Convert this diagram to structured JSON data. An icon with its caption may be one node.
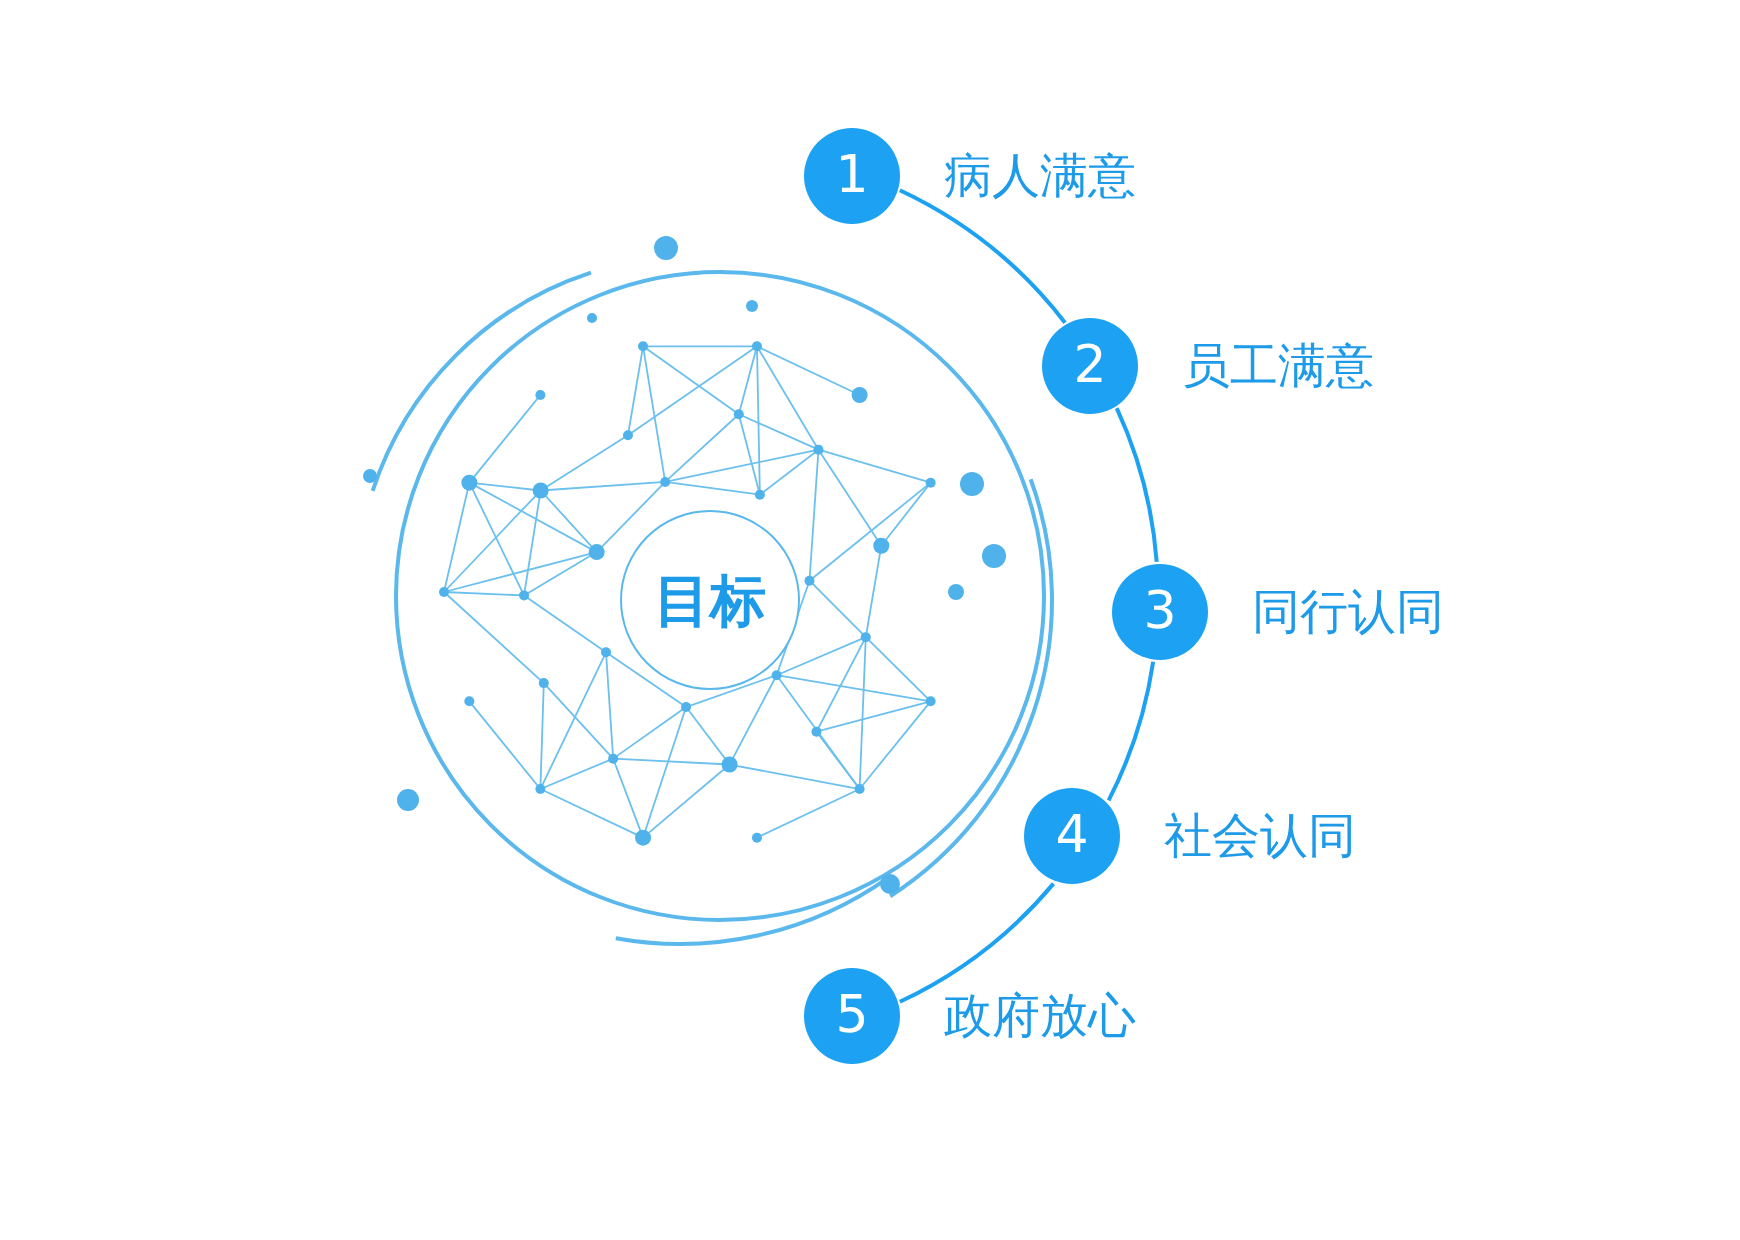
{
  "diagram": {
    "nodes": [
      {
        "text": [
          "目标"
        ]
      },
      {
        "text": [
          "1"
        ],
        "beside": [
          "病人满意"
        ]
      },
      {
        "text": [
          "2"
        ],
        "beside": [
          "员工满意"
        ]
      },
      {
        "text": [
          "3"
        ],
        "beside": [
          "同行认同"
        ]
      },
      {
        "text": [
          "4"
        ],
        "beside": [
          "社会认同"
        ]
      },
      {
        "text": [
          "5"
        ],
        "beside": [
          "政府放心"
        ]
      }
    ],
    "edges": [
      {
        "from": 1,
        "to": 2,
        "arrow": "none"
      },
      {
        "from": 2,
        "to": 3,
        "arrow": "none"
      },
      {
        "from": 3,
        "to": 4,
        "arrow": "none"
      },
      {
        "from": 4,
        "to": 5,
        "arrow": "none"
      }
    ]
  }
}
